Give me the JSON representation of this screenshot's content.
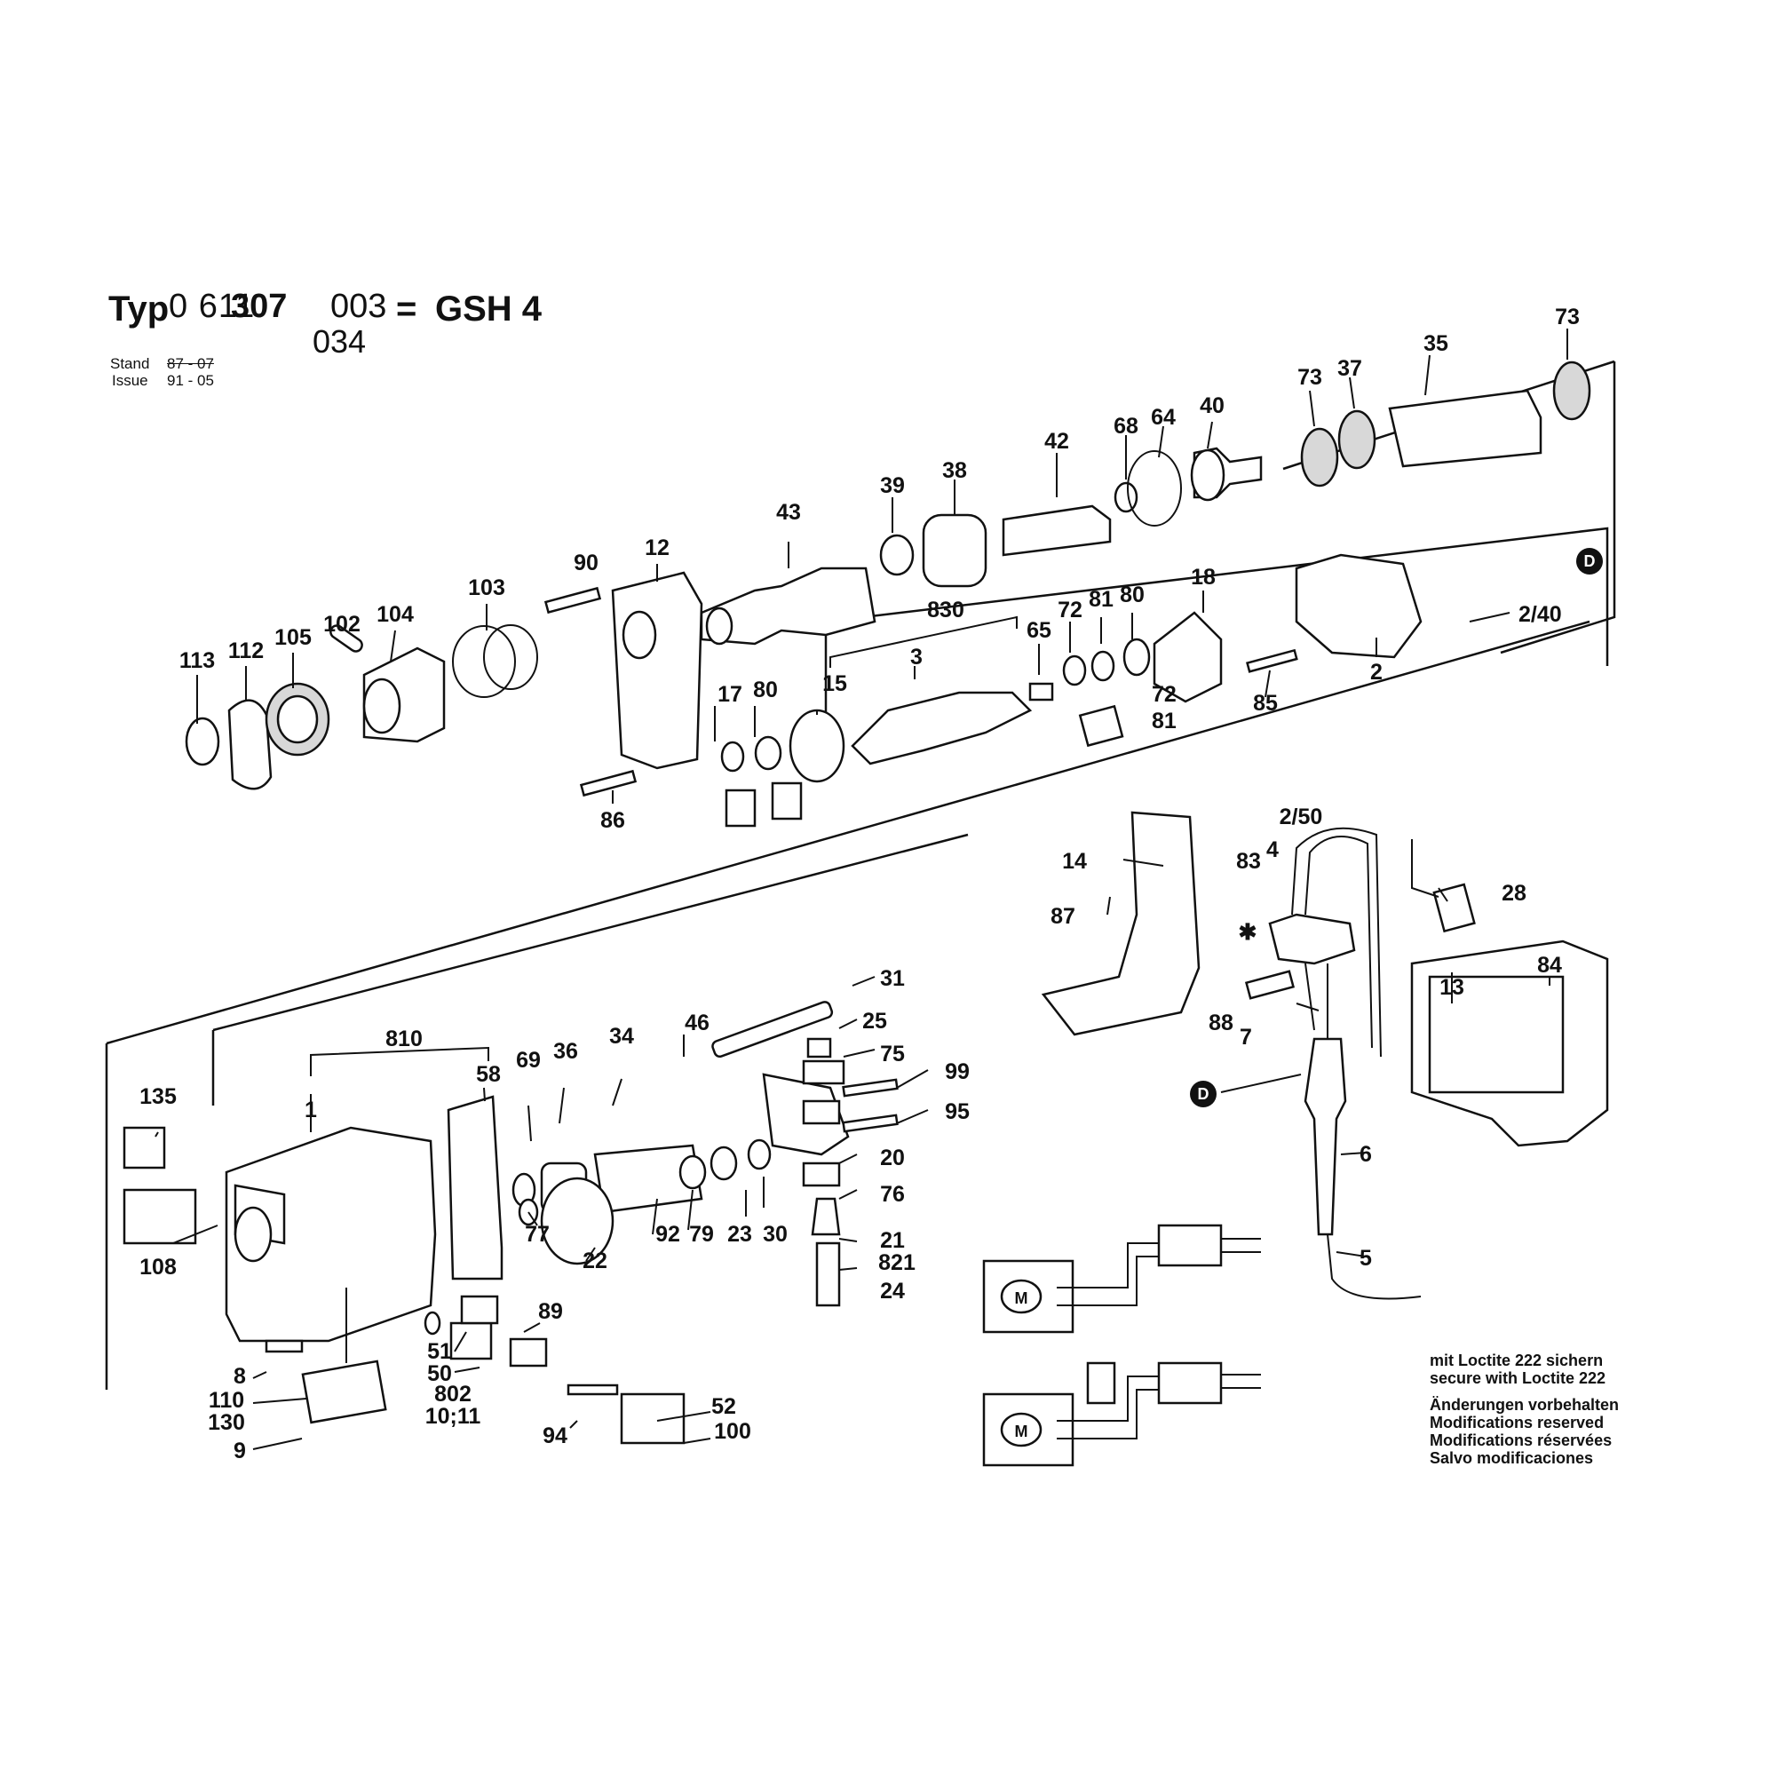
{
  "header": {
    "typ_label": "Typ",
    "code_prefix": "0 611",
    "code_main": "307",
    "code_suffix": "003",
    "equals": "=",
    "model": "GSH 4",
    "variant": "034",
    "stand_label": "Stand",
    "stand_value": "87 - 07",
    "issue_label": "Issue",
    "issue_value": "91 - 05"
  },
  "notes": {
    "loctite_de": "mit Loctite 222 sichern",
    "loctite_en": "secure with Loctite 222",
    "mod_de": "Änderungen vorbehalten",
    "mod_en": "Modifications reserved",
    "mod_fr": "Modifications réservées",
    "mod_es": "Salvo modificaciones"
  },
  "marks": {
    "connector": "D",
    "motor": "M",
    "loctite_star": "✱"
  },
  "part_labels": [
    "113",
    "112",
    "105",
    "102",
    "104",
    "103",
    "90",
    "12",
    "86",
    "17",
    "80",
    "15",
    "830",
    "3",
    "65",
    "72",
    "81",
    "80",
    "72",
    "81",
    "43",
    "39",
    "38",
    "42",
    "68",
    "64",
    "40",
    "73",
    "37",
    "35",
    "73",
    "18",
    "85",
    "2",
    "2/40",
    "14",
    "87",
    "83",
    "4",
    "2/50",
    "28",
    "88",
    "7",
    "6",
    "5",
    "13",
    "84",
    "31",
    "25",
    "46",
    "34",
    "36",
    "69",
    "58",
    "810",
    "1",
    "135",
    "108",
    "75",
    "99",
    "95",
    "20",
    "76",
    "21",
    "821",
    "24",
    "23",
    "30",
    "79",
    "92",
    "22",
    "77",
    "89",
    "51",
    "50",
    "802",
    "10;11",
    "94",
    "52",
    "100",
    "8",
    "110",
    "130",
    "9"
  ]
}
